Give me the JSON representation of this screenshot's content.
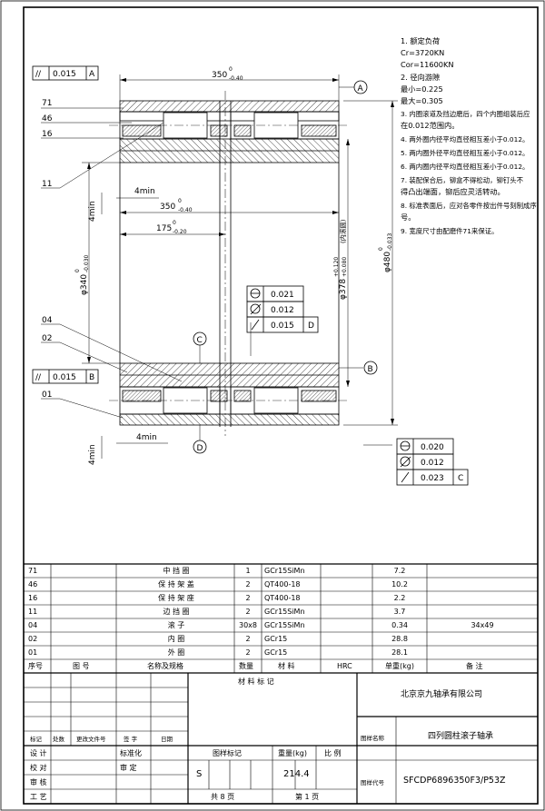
{
  "notes": [
    "1. 额定负荷",
    "Cr=3720KN",
    "Cor=11600KN",
    "2. 径向游隙",
    "最小=0.225",
    "最大=0.305",
    "3. 内圈滚道及挡边磨后，四个内圈组装后应",
    "在0.012范围内。",
    "4. 两外圈内径平均直径相互差小于0.012。",
    "5. 两内圈外径平均直径相互差小于0.012。",
    "6. 两内圈内径平均直径相互差小于0.012。",
    "7. 装配保合后，铆盒不得松动，铆钉头不",
    "得凸出端面，铆后应灵活转动。",
    "8. 标准表面后，应对各零件按出件号刻制成序",
    "号。",
    "9. 宽度尺寸由配磨件71来保证。"
  ],
  "drawing": {
    "tol_parallel_top": "0.015",
    "tol_parallel_top_ref": "A",
    "tol_parallel_mid": "0.015",
    "tol_parallel_mid_ref": "B",
    "symbol_parallel": "//",
    "dim_width_top": "350",
    "dim_width_top_tol": "0",
    "dim_width_top_tol2": "-0.40",
    "dim_width_inner": "350",
    "dim_width_inner_tol": "0",
    "dim_width_inner_tol2": "-0.40",
    "dim_half_width": "175",
    "dim_half_width_tol": "0",
    "dim_half_width_tol2": "-0.20",
    "dim_4min_a": "4min",
    "dim_4min_b": "4min",
    "dim_4min_c": "4min",
    "dim_4min_d": "4min",
    "dim_bore": "φ340",
    "dim_bore_tol": "0",
    "dim_bore_tol2": "-0.030",
    "dim_raceway": "φ378",
    "dim_raceway_tol": "+0.120",
    "dim_raceway_tol2": "+0.080",
    "dim_raceway_note": "(内滚圆)",
    "dim_outer": "φ480",
    "dim_outer_tol": "0",
    "dim_outer_tol2": "-0.033",
    "datum_a": "A",
    "datum_b": "B",
    "datum_c": "C",
    "datum_d": "D",
    "tol_center_1": "0.021",
    "tol_center_2": "0.012",
    "tol_center_3": "0.015",
    "tol_center_3_ref": "D",
    "tol_right_1": "0.020",
    "tol_right_2": "0.012",
    "tol_right_3": "0.023",
    "tol_right_3_ref": "C",
    "balloon_71": "71",
    "balloon_46": "46",
    "balloon_16": "16",
    "balloon_11": "11",
    "balloon_04": "04",
    "balloon_02": "02",
    "balloon_01": "01"
  },
  "parts_header": {
    "no": "序号",
    "code": "图 号",
    "name": "名称及规格",
    "qty": "数量",
    "material": "材 料",
    "hrc": "HRC",
    "weight": "单重(kg)",
    "remark": "备 注"
  },
  "parts": [
    {
      "no": "71",
      "name": "中 挡 圈",
      "qty": "1",
      "material": "GCr15SiMn",
      "weight": "7.2",
      "remark": ""
    },
    {
      "no": "46",
      "name": "保 持 架 盖",
      "qty": "2",
      "material": "QT400-18",
      "weight": "10.2",
      "remark": ""
    },
    {
      "no": "16",
      "name": "保 持 架 座",
      "qty": "2",
      "material": "QT400-18",
      "weight": "2.2",
      "remark": ""
    },
    {
      "no": "11",
      "name": "边 挡 圈",
      "qty": "2",
      "material": "GCr15SiMn",
      "weight": "3.7",
      "remark": ""
    },
    {
      "no": "04",
      "name": "滚 子",
      "qty": "30x8",
      "material": "GCr15SiMn",
      "weight": "0.34",
      "remark": "34x49"
    },
    {
      "no": "02",
      "name": "内 圈",
      "qty": "2",
      "material": "GCr15",
      "weight": "28.8",
      "remark": ""
    },
    {
      "no": "01",
      "name": "外 圈",
      "qty": "2",
      "material": "GCr15",
      "weight": "28.1",
      "remark": ""
    }
  ],
  "title_block": {
    "material_mark": "材 料 标 记",
    "company": "北京京九轴承有限公司",
    "mark": "标记",
    "count": "处数",
    "change_doc": "更改文件号",
    "sign": "签 字",
    "date": "日期",
    "drawing_name_label": "图样名称",
    "drawing_name": "四列圆柱滚子轴承",
    "design": "设 计",
    "standardize": "标准化",
    "drawing_mark": "图样标记",
    "weight_label": "重量(kg)",
    "scale_label": "比 例",
    "check": "校 对",
    "review": "审 定",
    "audit": "审 核",
    "process": "工 艺",
    "mark_value": "S",
    "weight_value": "214.4",
    "sheets_total": "共 8 页",
    "sheet_no": "第 1 页",
    "drawing_code_label": "图样代号",
    "drawing_code": "SFCDP6896350F3/P53Z"
  }
}
